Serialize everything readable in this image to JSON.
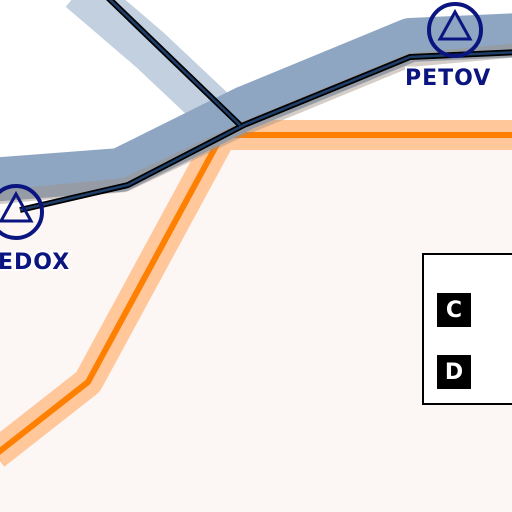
{
  "map": {
    "colors": {
      "background": "#ffffff",
      "area_fill": "#fcf6f5",
      "blue_corridor": "#8fa6c2",
      "blue_corridor_faint": "#c2d0e0",
      "route_line": "#1f3f6b",
      "orange_corridor": "#ffc79a",
      "orange_route": "#ff8000",
      "waypoint": "#0a1580"
    },
    "waypoints": [
      {
        "name": "PETOV",
        "icon": "triangle-in-circle-icon"
      },
      {
        "name": "EDOX",
        "icon": "triangle-in-circle-icon"
      }
    ],
    "legend": {
      "keys": [
        "C",
        "D"
      ]
    }
  }
}
